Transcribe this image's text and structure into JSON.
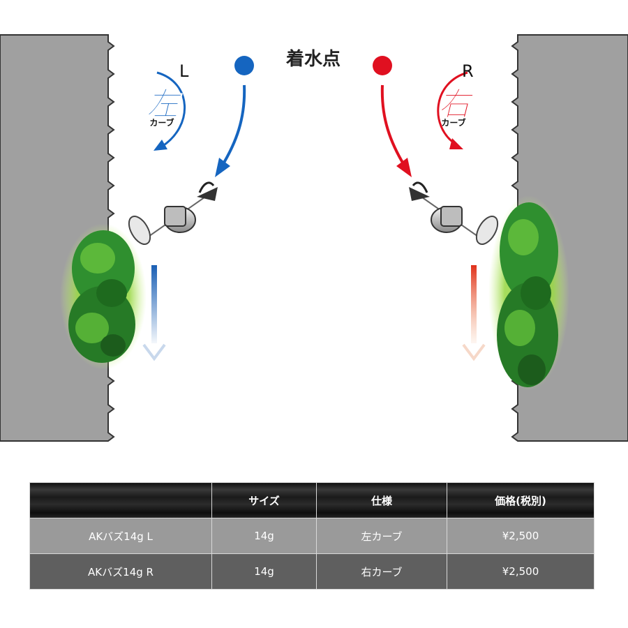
{
  "diagram": {
    "title": "着水点",
    "left": {
      "letter": "L",
      "kanji": "左",
      "sub": "カーブ"
    },
    "right": {
      "letter": "R",
      "kanji": "右",
      "sub": "カーブ"
    },
    "colors": {
      "blue": "#1565c0",
      "red": "#e01020",
      "wall": "#a0a0a0",
      "grass": "#2e8b2e"
    }
  },
  "table": {
    "headers": [
      "",
      "サイズ",
      "仕様",
      "価格(税別)"
    ],
    "rows": [
      {
        "name": "AKバズ14g L",
        "size": "14g",
        "spec": "左カーブ",
        "price": "¥2,500"
      },
      {
        "name": "AKバズ14g R",
        "size": "14g",
        "spec": "右カーブ",
        "price": "¥2,500"
      }
    ]
  }
}
